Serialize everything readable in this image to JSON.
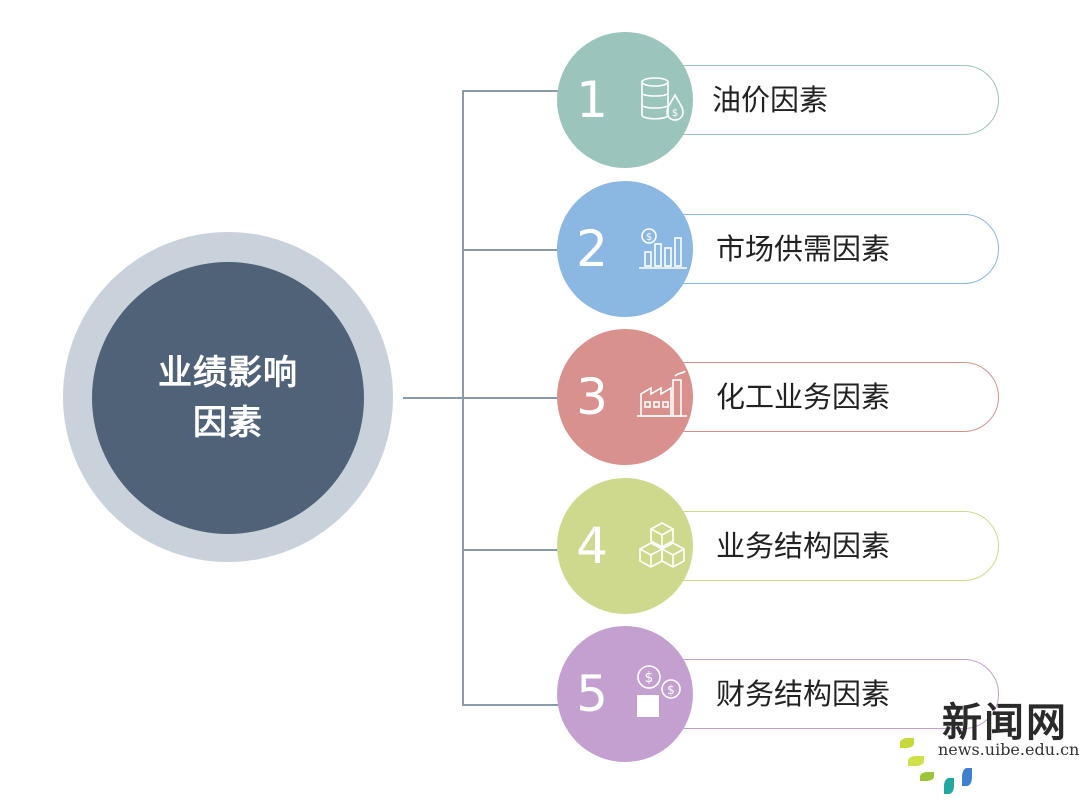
{
  "center": {
    "line1": "业绩影响",
    "line2": "因素",
    "outer_color": "#c9d2db",
    "inner_color": "#4f6277"
  },
  "items": [
    {
      "number": "1",
      "label": "油价因素",
      "color": "#9bc4bd",
      "icon": "oil-barrel-icon"
    },
    {
      "number": "2",
      "label": "市场供需因素",
      "color": "#8bb7e3",
      "icon": "money-bar-chart-icon"
    },
    {
      "number": "3",
      "label": "化工业务因素",
      "color": "#d8918d",
      "icon": "factory-icon"
    },
    {
      "number": "4",
      "label": "业务结构因素",
      "color": "#cfd98d",
      "icon": "cubes-icon"
    },
    {
      "number": "5",
      "label": "财务结构因素",
      "color": "#c3a0cf",
      "icon": "coins-icon"
    }
  ],
  "watermark": {
    "text": "新闻网",
    "url": "news.uibe.edu.cn"
  }
}
